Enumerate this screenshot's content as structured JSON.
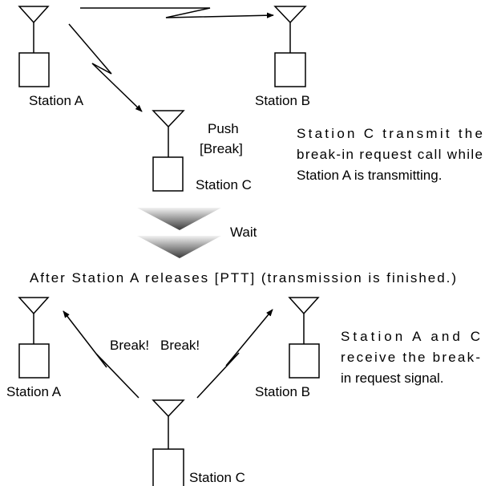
{
  "top": {
    "station_a": "Station A",
    "station_b": "Station B",
    "station_c": "Station C",
    "push_label": "Push",
    "break_key_label": "[Break]",
    "description_lines": [
      "Station C transmit the",
      "break-in request call while",
      "Station A is transmitting."
    ]
  },
  "transition": {
    "wait_label": "Wait",
    "caption": "After Station A releases [PTT] (transmission is finished.)"
  },
  "bottom": {
    "station_a": "Station A",
    "station_b": "Station B",
    "station_c": "Station C",
    "break_left": "Break!",
    "break_right": "Break!",
    "description_lines": [
      "Station A and C",
      "receive the break-",
      "in request signal."
    ]
  },
  "colors": {
    "ink": "#000000",
    "chevron_top": "#f2f2f2",
    "chevron_bottom": "#3a3a3a"
  }
}
